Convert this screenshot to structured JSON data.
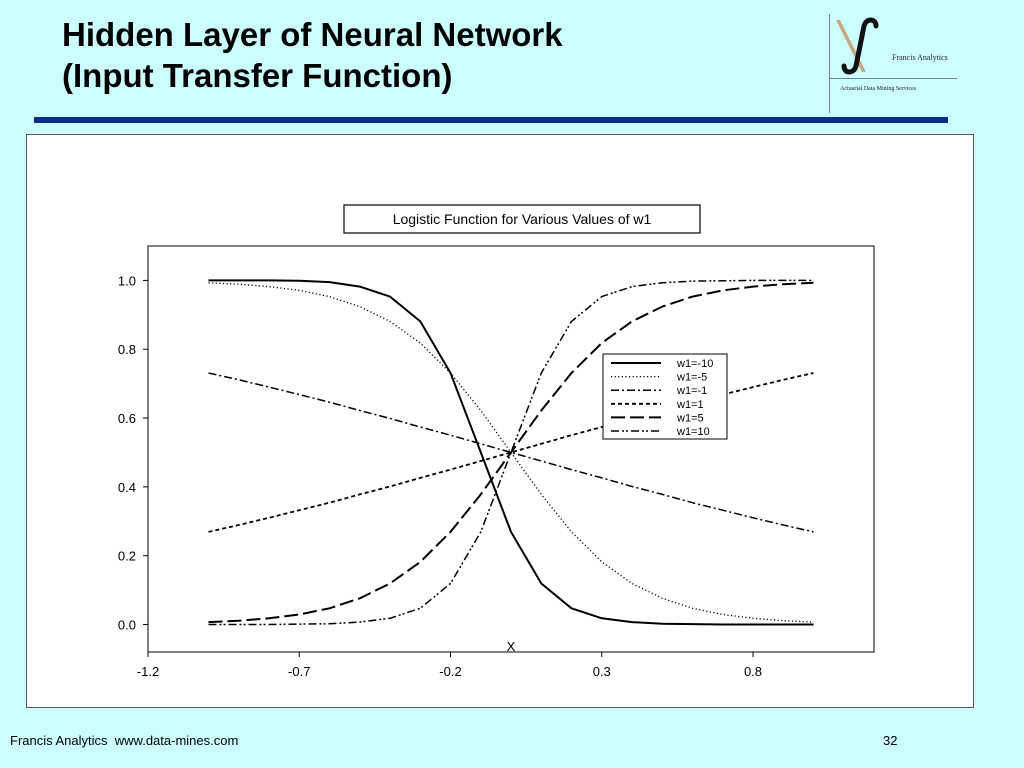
{
  "slide": {
    "title_line1": "Hidden Layer of Neural Network",
    "title_line2": "(Input Transfer Function)",
    "logo_name": "Francis Analytics",
    "logo_subtitle": "Actuarial Data Mining Services",
    "footer_left": "Francis Analytics  www.data-mines.com",
    "page_number": "32"
  },
  "colors": {
    "background": "#ccffff",
    "rule": "#0a2e8c",
    "plot": "#000000"
  },
  "chart_data": {
    "type": "line",
    "title": "Logistic Function for Various Values of w1",
    "xlabel": "",
    "ylabel": "",
    "xlim": [
      -1.2,
      1.2
    ],
    "ylim": [
      -0.08,
      1.1
    ],
    "x_ticks": [
      -1.2,
      -0.7,
      -0.2,
      0.3,
      0.8
    ],
    "x_tick_labels": [
      "-1.2",
      "-0.7",
      "-0.2",
      "0.3",
      "0.8"
    ],
    "y_ticks": [
      0.0,
      0.2,
      0.4,
      0.6,
      0.8,
      1.0
    ],
    "y_tick_labels": [
      "0.0",
      "0.2",
      "0.4",
      "0.6",
      "0.8",
      "1.0"
    ],
    "annotation": {
      "text": "X",
      "x": 0.0
    },
    "grid": false,
    "legend_position": "right-center",
    "x": [
      -1.0,
      -0.9,
      -0.8,
      -0.7,
      -0.6,
      -0.5,
      -0.4,
      -0.3,
      -0.2,
      -0.1,
      0.0,
      0.1,
      0.2,
      0.3,
      0.4,
      0.5,
      0.6,
      0.7,
      0.8,
      0.9,
      1.0
    ],
    "series": [
      {
        "name": "w1=-10",
        "dash": "solid",
        "values": [
          1.0,
          1.0,
          1.0,
          0.999,
          0.995,
          0.982,
          0.953,
          0.881,
          0.731,
          0.5,
          0.269,
          0.119,
          0.047,
          0.018,
          0.007,
          0.002,
          0.001,
          0.0,
          0.0,
          0.0,
          0.0
        ]
      },
      {
        "name": "w1=-5",
        "dash": "dotted",
        "values": [
          0.993,
          0.989,
          0.982,
          0.971,
          0.953,
          0.924,
          0.881,
          0.818,
          0.731,
          0.622,
          0.5,
          0.378,
          0.269,
          0.182,
          0.119,
          0.076,
          0.047,
          0.029,
          0.018,
          0.011,
          0.007
        ]
      },
      {
        "name": "w1=-1",
        "dash": "dashdot",
        "values": [
          0.731,
          0.711,
          0.69,
          0.668,
          0.646,
          0.622,
          0.599,
          0.574,
          0.55,
          0.525,
          0.5,
          0.475,
          0.45,
          0.426,
          0.401,
          0.378,
          0.354,
          0.332,
          0.31,
          0.289,
          0.269
        ]
      },
      {
        "name": "w1=1",
        "dash": "shortdash",
        "values": [
          0.269,
          0.289,
          0.31,
          0.332,
          0.354,
          0.378,
          0.401,
          0.426,
          0.45,
          0.475,
          0.5,
          0.525,
          0.55,
          0.574,
          0.599,
          0.622,
          0.646,
          0.668,
          0.69,
          0.711,
          0.731
        ]
      },
      {
        "name": "w1=5",
        "dash": "longdash",
        "values": [
          0.007,
          0.011,
          0.018,
          0.029,
          0.047,
          0.076,
          0.119,
          0.182,
          0.269,
          0.378,
          0.5,
          0.622,
          0.731,
          0.818,
          0.881,
          0.924,
          0.953,
          0.971,
          0.982,
          0.989,
          0.993
        ]
      },
      {
        "name": "w1=10",
        "dash": "dashdotdot",
        "values": [
          0.0,
          0.0,
          0.0,
          0.001,
          0.002,
          0.007,
          0.018,
          0.047,
          0.119,
          0.269,
          0.5,
          0.731,
          0.881,
          0.953,
          0.982,
          0.993,
          0.998,
          0.999,
          1.0,
          1.0,
          1.0
        ]
      }
    ]
  }
}
